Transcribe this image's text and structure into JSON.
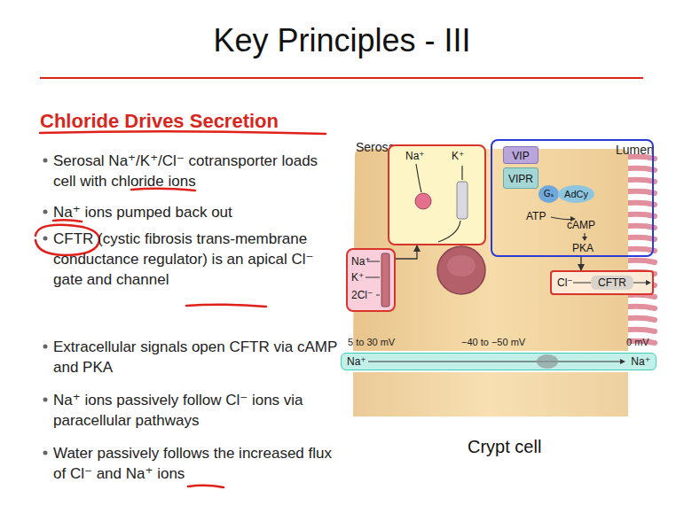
{
  "diagram": {
    "title": "Key Principles - III",
    "caption": "Crypt cell",
    "nodes": [
      {
        "text": [
          "Na⁺",
          "K⁺"
        ]
      },
      {
        "text": [
          "ATP",
          "cAMP",
          "PKA"
        ]
      },
      {
        "text": [
          "VIP"
        ],
        "in": 1
      },
      {
        "text": [
          "VIPR"
        ],
        "in": 1
      },
      {
        "text": [
          "Gₛ"
        ],
        "in": 1
      },
      {
        "text": [
          "AdCy"
        ],
        "in": 1
      },
      {
        "text": [
          "Na⁺",
          "K⁺",
          "2Cl⁻"
        ]
      },
      {
        "text": [
          "Cl⁻",
          "CFTR"
        ]
      },
      {
        "text": [
          "Na⁺",
          "Na⁺"
        ]
      }
    ],
    "edges": [
      {
        "from": 6,
        "to": 0,
        "arrow": "to"
      },
      {
        "from": 1,
        "to": 7,
        "arrow": "to"
      }
    ],
    "labels": [
      "Chloride Drives Secretion",
      "Serosal Na⁺/K⁺/Cl⁻ cotransporter loads cell with chloride ions",
      "Na⁺ ions pumped back out",
      "CFTR (cystic fibrosis trans-membrane conductance regulator) is an apical Cl⁻ gate and channel",
      "Extracellular signals open CFTR via cAMP and PKA",
      "Na⁺ ions passively follow Cl⁻ ions via paracellular pathways",
      "Water passively follows the increased flux of Cl⁻ and Na⁺ ions",
      "Serosa",
      "Lumen",
      "5 to 30 mV",
      "−40 to −50 mV",
      "0 mV"
    ]
  }
}
